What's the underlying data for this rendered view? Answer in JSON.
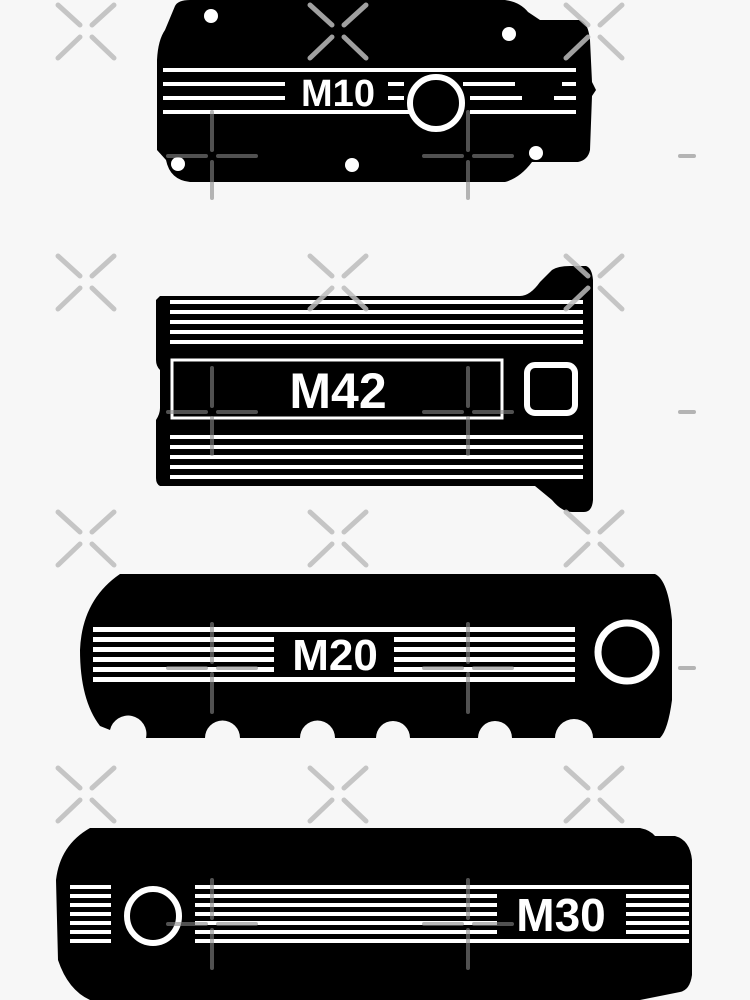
{
  "sticker": {
    "background": "#f7f7f7",
    "fill_color": "#000000",
    "accent_color": "#ffffff",
    "watermark_color": "#bdbdbd"
  },
  "covers": [
    {
      "label": "M10"
    },
    {
      "label": "M42"
    },
    {
      "label": "M20"
    },
    {
      "label": "M30"
    }
  ]
}
